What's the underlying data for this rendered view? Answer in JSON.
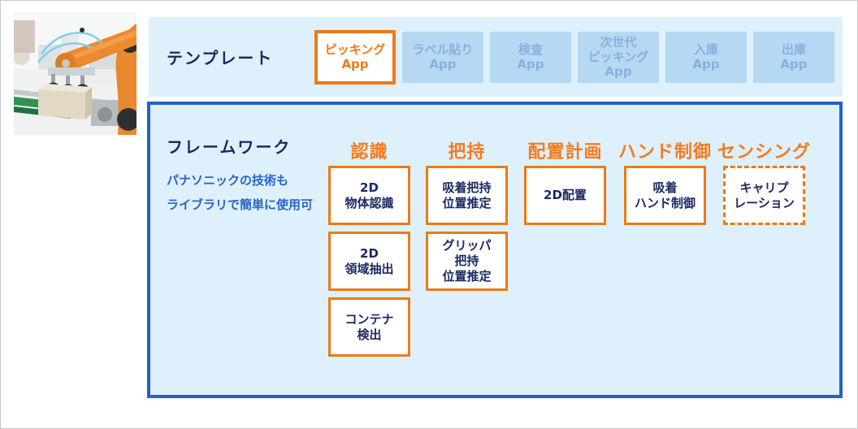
{
  "colors": {
    "accent_orange": "#ee7a15",
    "header_orange": "#f47c1e",
    "panel_border_blue": "#2263c7",
    "light_blue_bg": "#def0fc",
    "navy_text": "#1b2a63",
    "note_blue": "#2a64c8",
    "inactive_btn_bg": "#b5d9f2",
    "inactive_btn_text": "#8ab0df"
  },
  "hero_image": {
    "name": "industrial-robot-arm-photo",
    "description": "orange robot arm with suction gripper picking a box from a green conveyor"
  },
  "template_bar": {
    "label": "テンプレート",
    "items": [
      {
        "label": "ピッキング\nApp",
        "active": true
      },
      {
        "label": "ラベル貼り\nApp",
        "active": false
      },
      {
        "label": "検査\nApp",
        "active": false
      },
      {
        "label": "次世代\nピッキング\nApp",
        "active": false
      },
      {
        "label": "入庫\nApp",
        "active": false
      },
      {
        "label": "出庫\nApp",
        "active": false
      }
    ]
  },
  "framework": {
    "label": "フレームワーク",
    "note": "パナソニックの技術も\nライブラリで簡単に使用可",
    "columns": [
      {
        "header": "認識",
        "modules": [
          "2D\n物体認識",
          "2D\n領域抽出",
          "コンテナ\n検出"
        ]
      },
      {
        "header": "把持",
        "modules": [
          "吸着把持\n位置推定",
          "グリッパ\n把持\n位置推定"
        ]
      },
      {
        "header": "配置計画",
        "modules": [
          "2D配置"
        ]
      },
      {
        "header": "ハンド制御",
        "modules": [
          "吸着\nハンド制御"
        ]
      },
      {
        "header": "センシング",
        "modules": [
          "キャリプ\nレーション"
        ]
      }
    ]
  }
}
